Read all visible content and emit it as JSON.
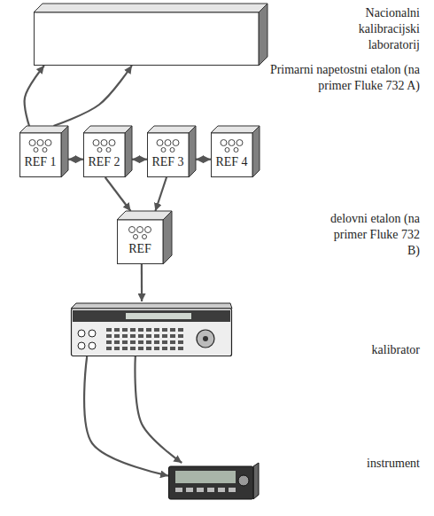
{
  "diagram": {
    "nodes": [
      {
        "text": [
          "Nacionalni kalibracijski laboratorij"
        ]
      },
      {
        "text": [
          "REF 1"
        ]
      },
      {
        "text": [
          "REF 2"
        ]
      },
      {
        "text": [
          "REF 3"
        ]
      },
      {
        "text": [
          "REF 4"
        ]
      },
      {
        "text": [
          "REF",
          "delovni etalon (na primer Fluke 732 B)"
        ]
      },
      {
        "text": [
          "kalibrator"
        ]
      },
      {
        "text": [
          "instrument"
        ]
      }
    ],
    "edges": [
      {
        "from": 1,
        "to": 0,
        "arrow": "to"
      },
      {
        "from": 1,
        "to": 0,
        "arrow": "to"
      },
      {
        "from": 1,
        "to": 2,
        "arrow": "both"
      },
      {
        "from": 2,
        "to": 3,
        "arrow": "both"
      },
      {
        "from": 3,
        "to": 4,
        "arrow": "both"
      },
      {
        "from": 2,
        "to": 5,
        "arrow": "to"
      },
      {
        "from": 3,
        "to": 5,
        "arrow": "to"
      },
      {
        "from": 5,
        "to": 6,
        "arrow": "to"
      },
      {
        "from": 6,
        "to": 7,
        "arrow": "to"
      },
      {
        "from": 6,
        "to": 7,
        "arrow": "to"
      }
    ],
    "labels": [
      "Primarni napetostni etalon (na primer Fluke 732 A)"
    ]
  }
}
